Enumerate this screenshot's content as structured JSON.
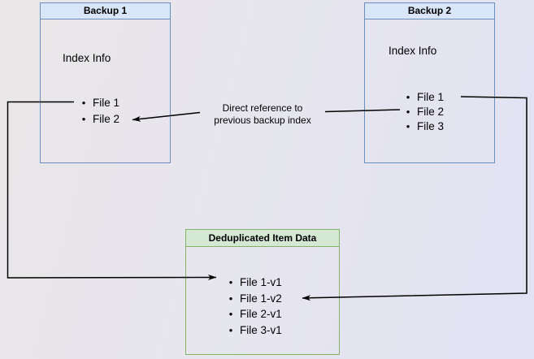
{
  "diagram": {
    "bullet": "•",
    "backup1": {
      "title": "Backup 1",
      "label": "Index Info",
      "files": [
        "File 1",
        "File 2"
      ]
    },
    "backup2": {
      "title": "Backup 2",
      "label": "Index Info",
      "files": [
        "File 1",
        "File 2",
        "File 3"
      ]
    },
    "dedup": {
      "title": "Deduplicated Item Data",
      "files": [
        "File 1-v1",
        "File 1-v2",
        "File 2-v1",
        "File 3-v1"
      ]
    },
    "annotation": {
      "line1": "Direct reference to",
      "line2": "previous backup index"
    },
    "colors": {
      "blue_fill": "#d9e5f8",
      "blue_border": "#6c8ebf",
      "green_fill": "#d5e8d4",
      "green_border": "#82b366",
      "arrow": "#000000",
      "background_left": "#eae7e8",
      "background_right": "#e1e2f3"
    }
  }
}
